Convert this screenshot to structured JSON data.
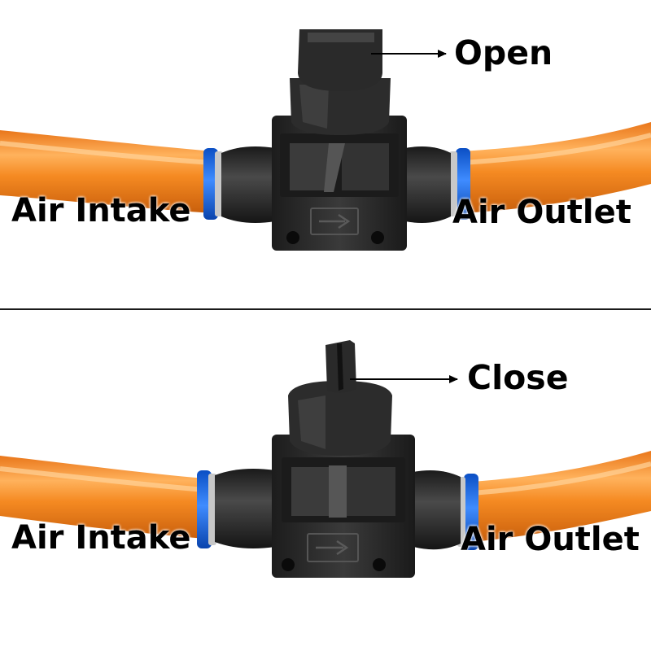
{
  "colors": {
    "tube": "#f5891f",
    "tube_highlight": "#ffc57a",
    "tube_shadow": "#d0640c",
    "valve_body": "#2b2b2b",
    "collar": "#1e6fe0",
    "text": "#000000"
  },
  "panels": {
    "open": {
      "state_label": "Open",
      "inlet_label": "Air Intake",
      "outlet_label": "Air Outlet",
      "handle_icon": "valve-handle-open-icon"
    },
    "closed": {
      "state_label": "Close",
      "inlet_label": "Air Intake",
      "outlet_label": "Air Outlet",
      "handle_icon": "valve-handle-closed-icon"
    }
  }
}
